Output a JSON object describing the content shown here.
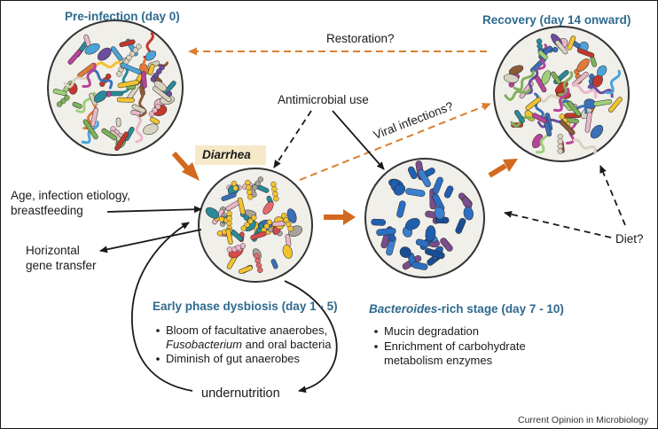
{
  "stages": {
    "pre": {
      "title": "Pre-infection (day 0)"
    },
    "recovery": {
      "title": "Recovery (day 14 onward)"
    },
    "early": {
      "title": "Early phase dysbiosis (day 1 - 5)"
    },
    "bact": {
      "title_italic": "Bacteroides",
      "title_rest": "-rich stage (day 7 - 10)"
    }
  },
  "labels": {
    "diarrhea": "Diarrhea",
    "restoration": "Restoration?",
    "antimicrobial": "Antimicrobial use",
    "viral": "Viral infections?",
    "age_line1": "Age, infection etiology,",
    "age_line2": "breastfeeding",
    "hgt_line1": "Horizontal",
    "hgt_line2": "gene transfer",
    "diet": "Diet?",
    "undernutrition": "undernutrition"
  },
  "early_bullets": {
    "b1_line1": "Bloom of facultative anaerobes,",
    "b1_line2_italic": "Fusobacterium",
    "b1_line2_rest": " and oral bacteria",
    "b2": "Diminish of gut anaerobes"
  },
  "bact_bullets": {
    "b1": "Mucin degradation",
    "b2_line1": "Enrichment of carbohydrate",
    "b2_line2": "metabolism enzymes"
  },
  "credit": "Current Opinion in Microbiology",
  "colors": {
    "title": "#2e6a8e",
    "orange_arrow": "#d2691e",
    "dashed_orange": "#d98030",
    "black_arrow": "#1a1a1a",
    "diarrhea_bg": "#f6e9c8"
  }
}
